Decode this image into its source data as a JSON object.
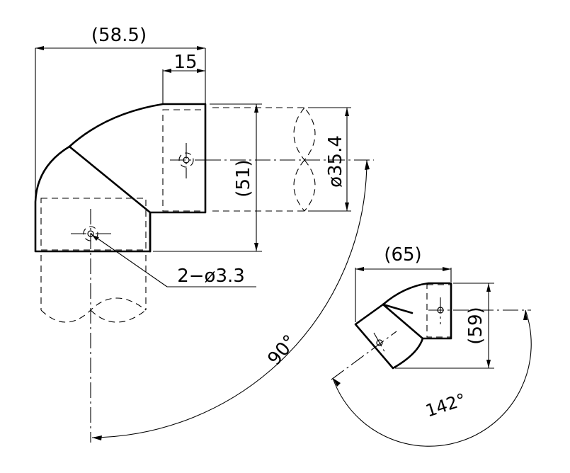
{
  "drawing": {
    "large_view": {
      "overall_width": "(58.5)",
      "top_offset": "15",
      "height": "(51)",
      "diameter": "ø35.4",
      "holes": "2−ø3.3",
      "angle": "90°"
    },
    "small_view": {
      "width": "(65)",
      "height": "(59)",
      "angle": "142°"
    }
  }
}
